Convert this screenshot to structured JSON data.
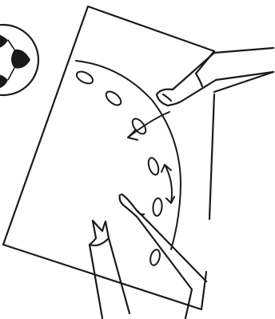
{
  "figure": {
    "style": "line-drawing",
    "ink_color": "#1a1a1a",
    "background_color": "#ffffff",
    "icons": [
      "soccer-ball-icon",
      "tissue-sheet",
      "curved-cut-line",
      "perforation-holes",
      "arrow-left-icon",
      "double-arrow-icon",
      "scissors-top-blade",
      "scissors-bottom-left-blade",
      "forceps-right-tip"
    ]
  }
}
